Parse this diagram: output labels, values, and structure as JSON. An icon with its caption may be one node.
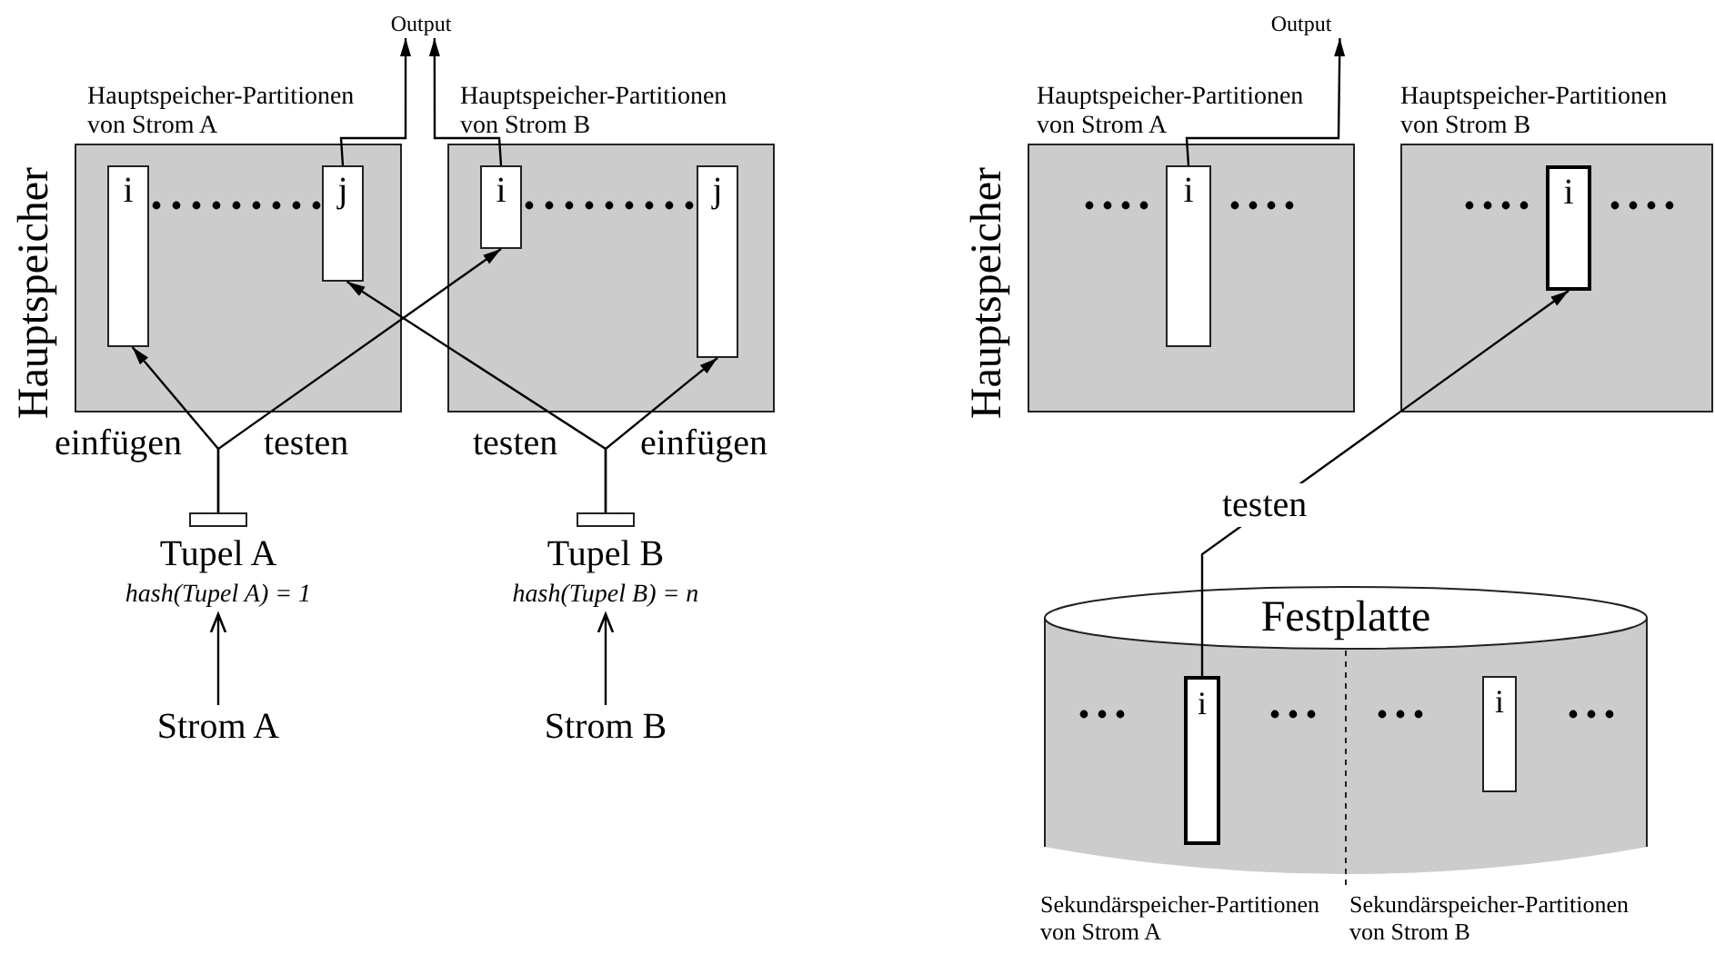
{
  "diagram": {
    "nodes": [
      {
        "text": [
          "Hauptspeicher-Partitionen von Strom A"
        ]
      },
      {
        "text": [
          "i"
        ],
        "in": 0
      },
      {
        "text": [
          "j"
        ],
        "in": 0
      },
      {
        "text": [
          "Hauptspeicher-Partitionen von Strom B"
        ]
      },
      {
        "text": [
          "i"
        ],
        "in": 3
      },
      {
        "text": [
          "j"
        ],
        "in": 3
      },
      {
        "text": [
          "Output"
        ]
      },
      {
        "text": [
          "Tupel A",
          "hash(Tupel A) = 1"
        ]
      },
      {
        "text": [
          "Strom A"
        ]
      },
      {
        "text": [
          "Tupel B",
          "hash(Tupel B) = n"
        ]
      },
      {
        "text": [
          "Strom B"
        ]
      },
      {
        "text": [
          "Output"
        ]
      },
      {
        "text": [
          "Hauptspeicher-Partitionen von Strom A"
        ]
      },
      {
        "text": [
          "i"
        ],
        "in": 12
      },
      {
        "text": [
          "Hauptspeicher-Partitionen von Strom B"
        ]
      },
      {
        "text": [
          "i"
        ],
        "in": 14
      },
      {
        "text": [
          "Festplatte"
        ]
      },
      {
        "text": [
          "i"
        ],
        "in": 16
      },
      {
        "text": [
          "i"
        ],
        "in": 16
      }
    ],
    "edges": [
      {
        "from": 2,
        "to": 6,
        "arrow": "to"
      },
      {
        "from": 4,
        "to": 6,
        "arrow": "to"
      },
      {
        "from": 7,
        "to": 1,
        "arrow": "to",
        "label": "einfügen"
      },
      {
        "from": 7,
        "to": 4,
        "arrow": "to",
        "label": "testen"
      },
      {
        "from": 9,
        "to": 2,
        "arrow": "to",
        "label": "testen"
      },
      {
        "from": 9,
        "to": 5,
        "arrow": "to",
        "label": "einfügen"
      },
      {
        "from": 8,
        "to": 7,
        "arrow": "to"
      },
      {
        "from": 10,
        "to": 9,
        "arrow": "to"
      },
      {
        "from": 13,
        "to": 11,
        "arrow": "to"
      },
      {
        "from": 17,
        "to": 15,
        "arrow": "to",
        "label": "testen"
      }
    ],
    "labels": [
      "Hauptspeicher",
      "Hauptspeicher",
      "Sekundärspeicher-Partitionen von Strom A",
      "Sekundärspeicher-Partitionen von Strom B"
    ]
  }
}
